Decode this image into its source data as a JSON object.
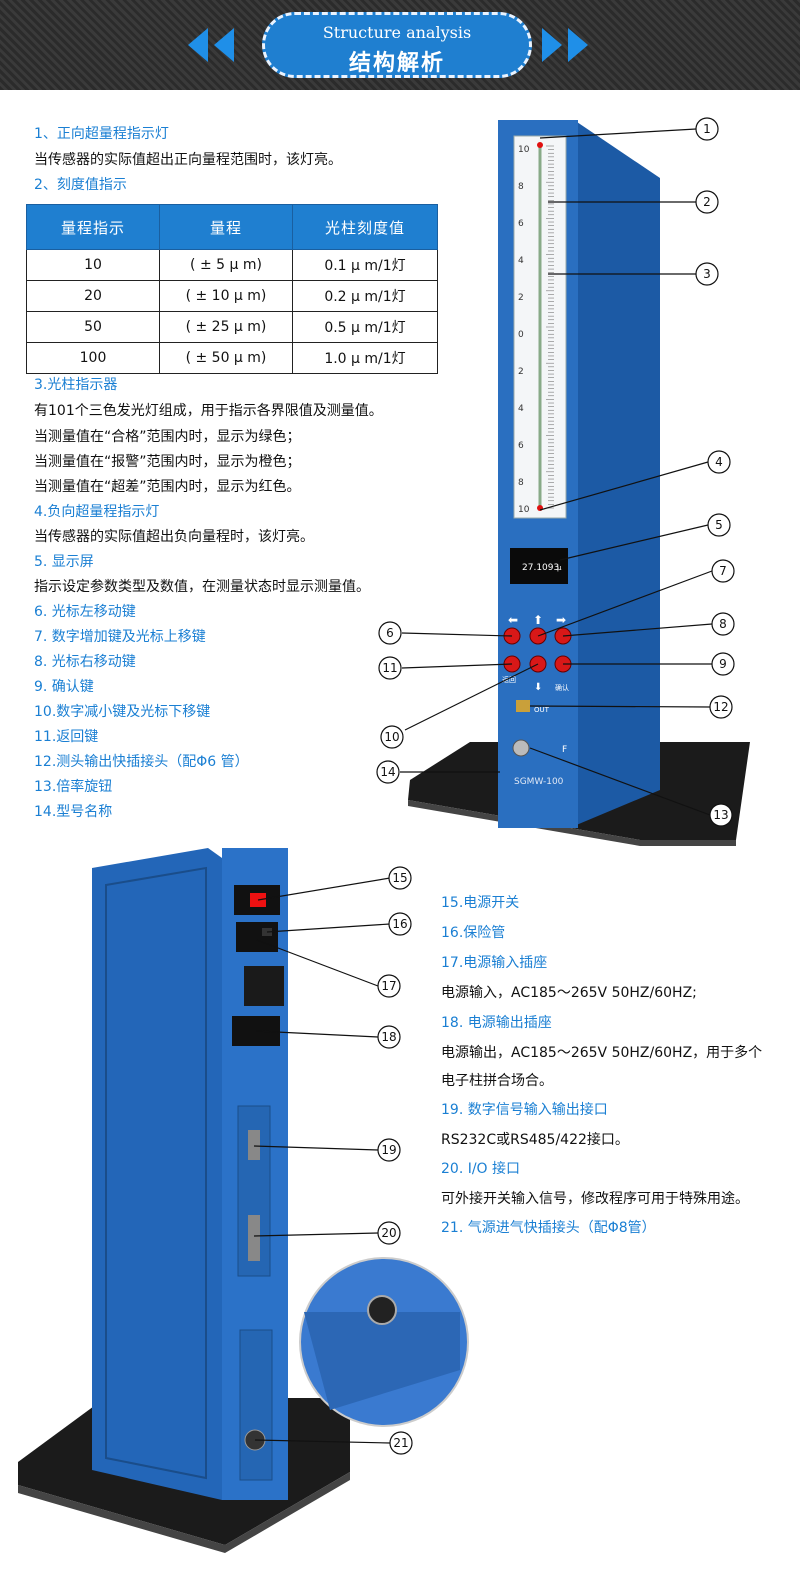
{
  "header": {
    "title_en": "Structure analysis",
    "title_cn": "结构解析"
  },
  "items_top": [
    {
      "title": "1、正向超量程指示灯",
      "lines": [
        "当传感器的实际值超出正向量程范围时，该灯亮。"
      ]
    },
    {
      "title": "2、刻度值指示",
      "lines": []
    },
    {
      "title": "3.光柱指示器",
      "lines": [
        "有101个三色发光灯组成，用于指示各界限值及测量值。",
        "当测量值在“合格”范围内时，显示为绿色；",
        "当测量值在“报警”范围内时，显示为橙色；",
        "当测量值在“超差”范围内时，显示为红色。"
      ]
    },
    {
      "title": "4.负向超量程指示灯",
      "lines": [
        "当传感器的实际值超出负向量程时，该灯亮。"
      ]
    },
    {
      "title": "5.  显示屏",
      "lines": [
        "指示设定参数类型及数值，在测量状态时显示测量值。"
      ]
    },
    {
      "title": "6. 光标左移动键",
      "lines": []
    },
    {
      "title": "7. 数字增加键及光标上移键",
      "lines": []
    },
    {
      "title": "8. 光标右移动键",
      "lines": []
    },
    {
      "title": "9. 确认键",
      "lines": []
    },
    {
      "title": "10.数字减小键及光标下移键",
      "lines": []
    },
    {
      "title": "11.返回键",
      "lines": []
    },
    {
      "title": "12.测头输出快插接头（配Φ6 管）",
      "lines": []
    },
    {
      "title": "13.倍率旋钮",
      "lines": []
    },
    {
      "title": "14.型号名称",
      "lines": []
    }
  ],
  "range_table": {
    "headers": [
      "量程指示",
      "量程",
      "光柱刻度值"
    ],
    "rows": [
      [
        "10",
        "( ± 5 μ m)",
        "0.1 μ m/1灯"
      ],
      [
        "20",
        "( ± 10 μ m)",
        "0.2 μ m/1灯"
      ],
      [
        "50",
        "( ± 25 μ m)",
        "0.5 μ m/1灯"
      ],
      [
        "100",
        "( ± 50 μ m)",
        "1.0 μ m/1灯"
      ]
    ]
  },
  "items_bottom": [
    {
      "title": "15.电源开关",
      "lines": []
    },
    {
      "title": "16.保险管",
      "lines": []
    },
    {
      "title": "17.电源输入插座",
      "lines": [
        "电源输入，AC185～265V  50HZ/60HZ;"
      ]
    },
    {
      "title": "18.  电源输出插座",
      "lines": [
        "电源输出，AC185～265V  50HZ/60HZ，用于多个",
        "电子柱拼合场合。"
      ]
    },
    {
      "title": "19. 数字信号输入输出接口",
      "lines": [
        "RS232C或RS485/422接口。"
      ]
    },
    {
      "title": "20. I/O 接口",
      "lines": [
        "可外接开关输入信号，修改程序可用于特殊用途。"
      ]
    },
    {
      "title": "21. 气源进气快插接头（配Φ8管）",
      "lines": []
    }
  ],
  "device_front": {
    "display_value": "27.1093",
    "display_unit": "μ",
    "model_name": "SGMW-100",
    "label_return": "返回",
    "label_confirm": "确认",
    "label_out": "OUT",
    "label_f": "F",
    "scale_marks": [
      "10",
      "8",
      "6",
      "4",
      "2",
      "0",
      "2",
      "4",
      "6",
      "8",
      "10"
    ]
  },
  "callouts_front": [
    "1",
    "2",
    "3",
    "4",
    "5",
    "6",
    "7",
    "8",
    "9",
    "10",
    "11",
    "12",
    "13",
    "14"
  ],
  "callouts_back": [
    "15",
    "16",
    "17",
    "18",
    "19",
    "20",
    "21"
  ],
  "colors": {
    "accent": "#1f7fd0",
    "device_blue": "#2a6fc0",
    "led_red": "#e01010"
  }
}
